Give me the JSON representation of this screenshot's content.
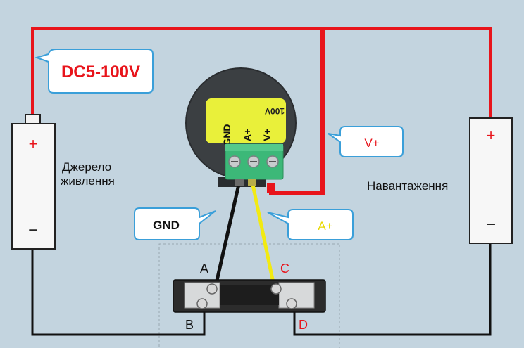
{
  "callouts": {
    "voltage_range": "DC5-100V",
    "vplus": "V+",
    "gnd": "GND",
    "aplus": "A+"
  },
  "source": {
    "label_line1": "Джерело",
    "label_line2": "живлення",
    "plus": "+",
    "minus": "−"
  },
  "load": {
    "label": "Навантаження",
    "plus": "+",
    "minus": "−"
  },
  "meter": {
    "rating": "100V",
    "pin_gnd": "GND",
    "pin_aplus": "A+",
    "pin_vplus": "V+"
  },
  "shunt": {
    "a": "A",
    "b": "B",
    "c": "C",
    "d": "D"
  },
  "colors": {
    "background": "#c3d4df",
    "wire_red": "#e8141b",
    "wire_black": "#111111",
    "wire_yellow": "#f2ea12",
    "callout_border": "#3a9fd9",
    "callout_red_text": "#e8141b",
    "callout_yellow_text": "#e8d800",
    "label_yellow": "#e9f03a",
    "terminal_green": "#3cb878"
  }
}
